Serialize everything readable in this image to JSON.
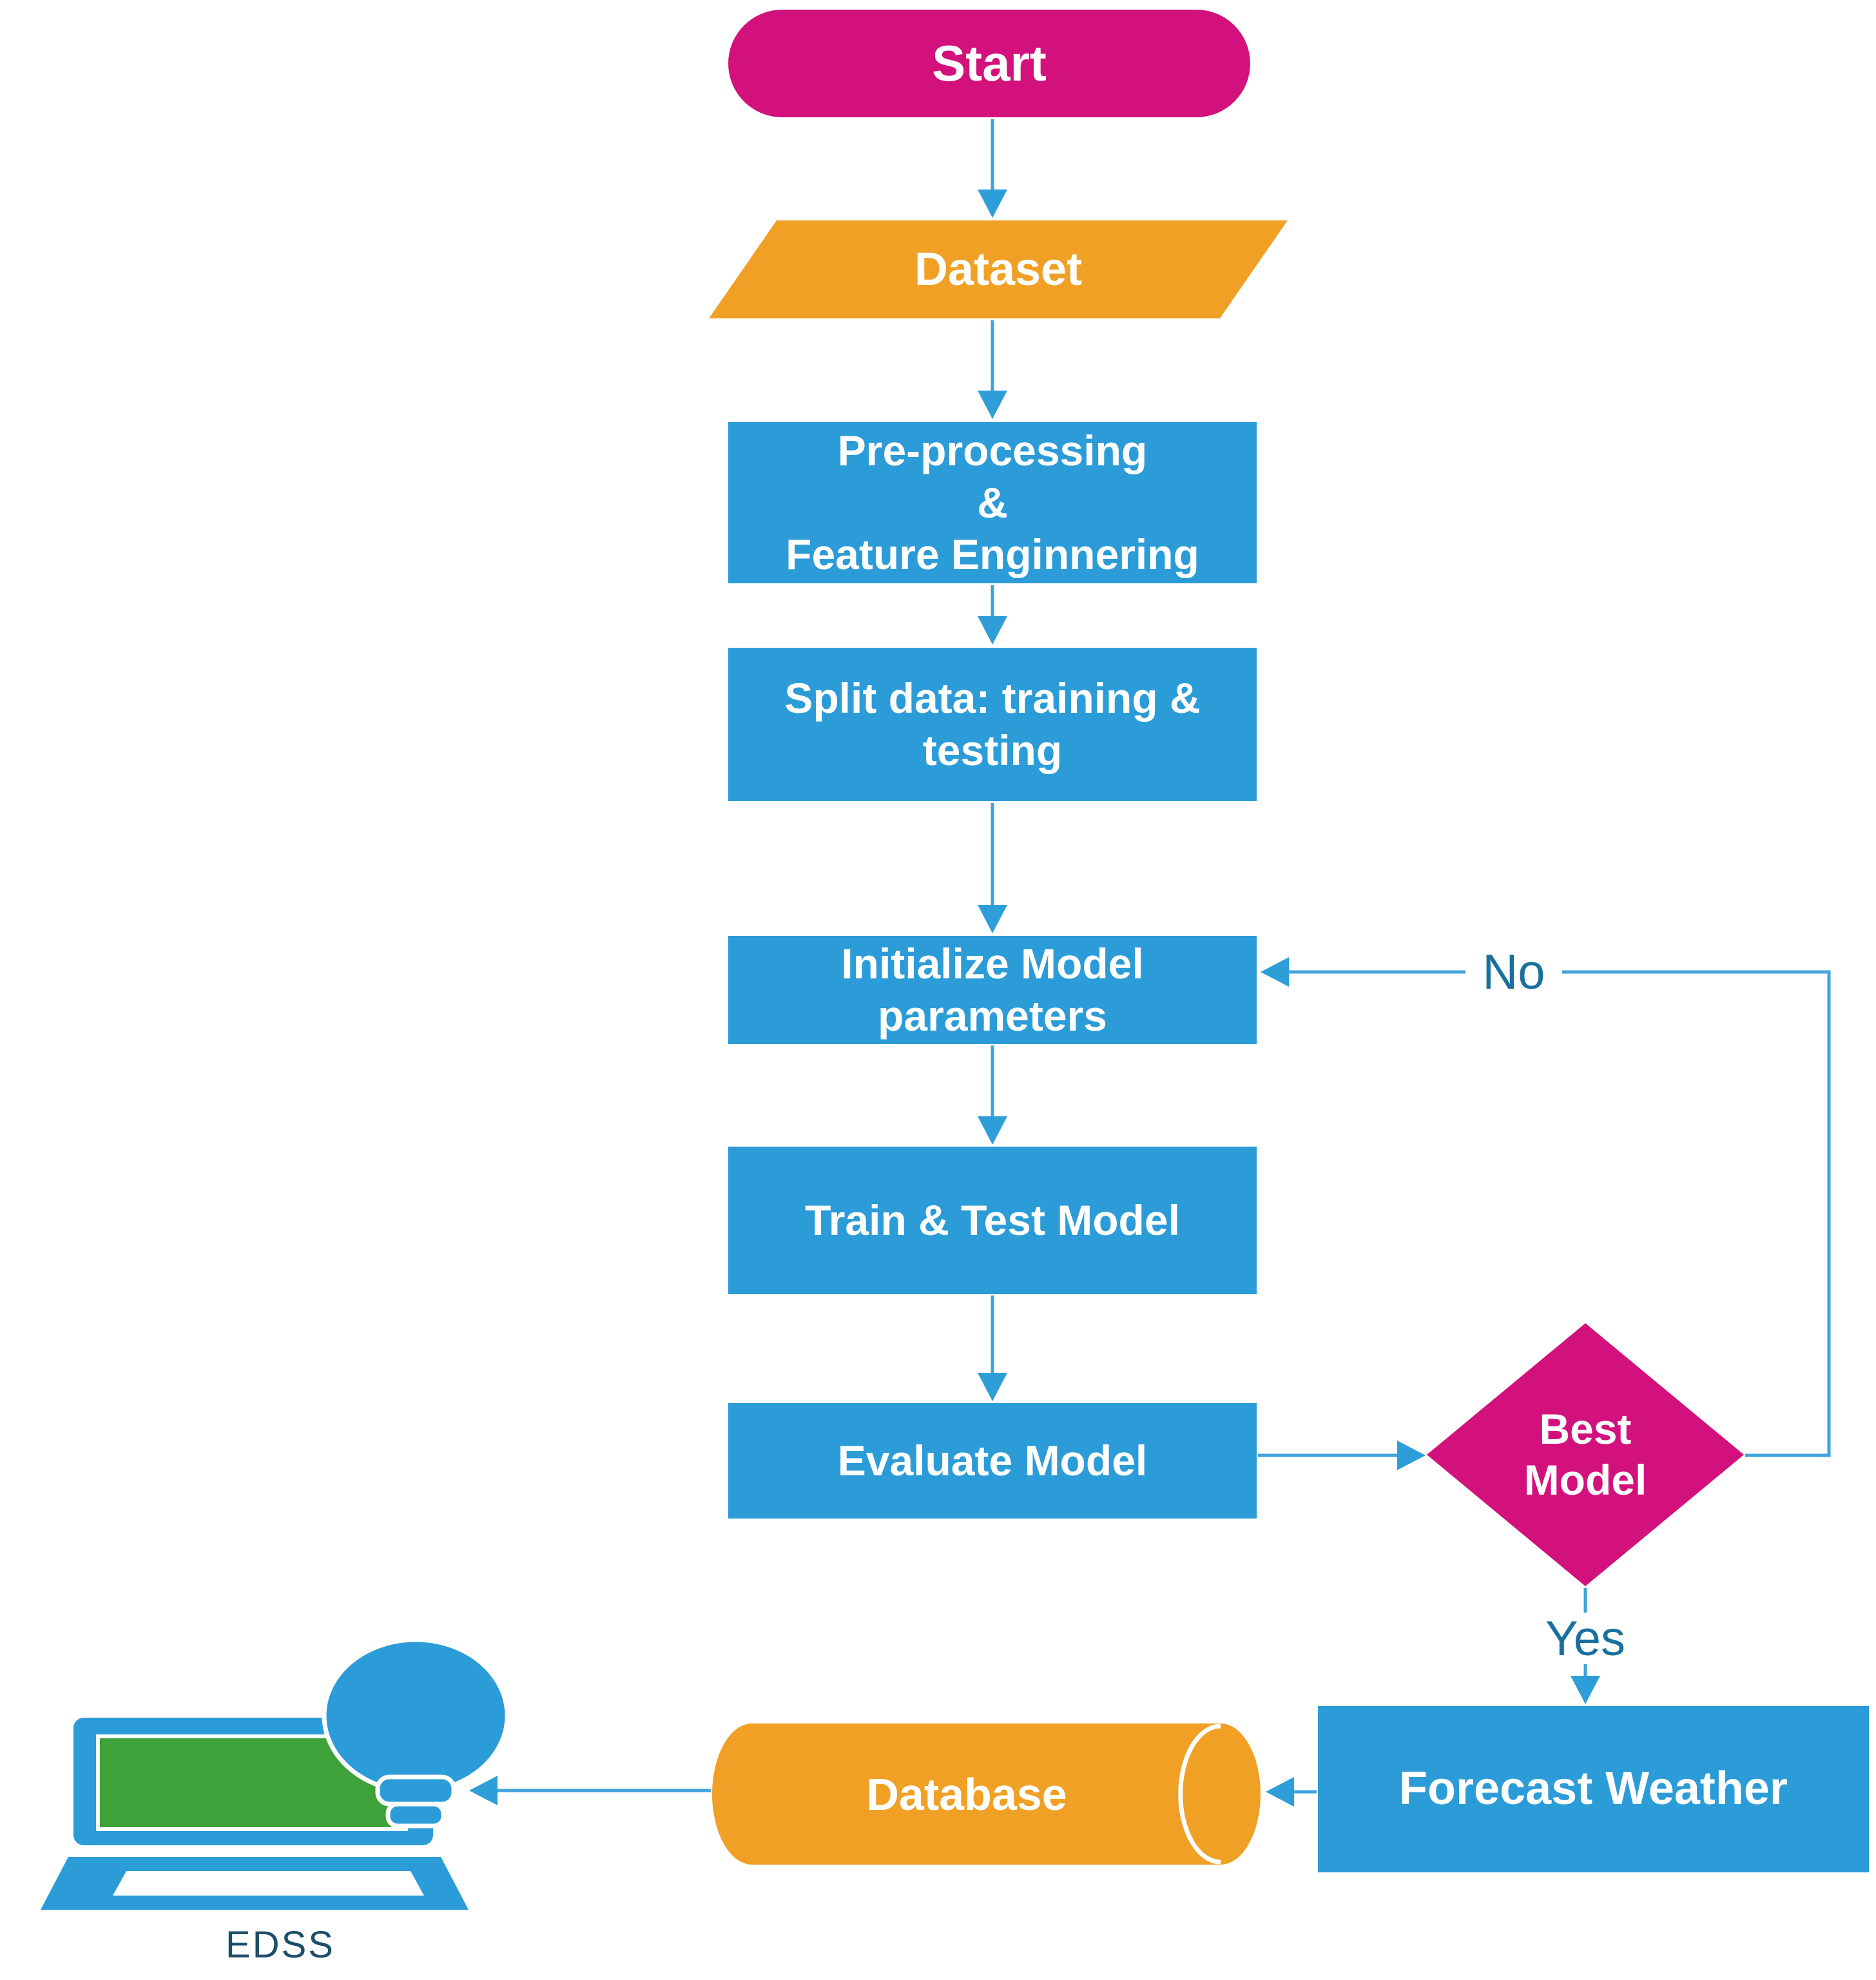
{
  "nodes": {
    "start": {
      "label": "Start"
    },
    "dataset": {
      "label": "Dataset"
    },
    "preprocessing": {
      "label": "Pre-processing\n&\nFeature Enginnering"
    },
    "split": {
      "label": "Split data: training &\ntesting"
    },
    "initialize": {
      "label": "Initialize Model\nparameters"
    },
    "train": {
      "label": "Train & Test Model"
    },
    "evaluate": {
      "label": "Evaluate Model"
    },
    "best_model": {
      "label": "Best\nModel"
    },
    "forecast": {
      "label": "Forecast Weather"
    },
    "database": {
      "label": "Database"
    },
    "edss": {
      "label": "EDSS"
    }
  },
  "edge_labels": {
    "no": "No",
    "yes": "Yes"
  },
  "colors": {
    "terminal-pink": "#d3117d",
    "io-orange": "#f0a125",
    "process-blue": "#2b9cd8",
    "arrow-blue": "#3fa3dc",
    "arrowhead-blue": "#2e9ed9",
    "screen-green": "#3fa139",
    "device-blue": "#2b9cd8",
    "edge-text": "#19709e",
    "device-text": "#1c4e68"
  }
}
